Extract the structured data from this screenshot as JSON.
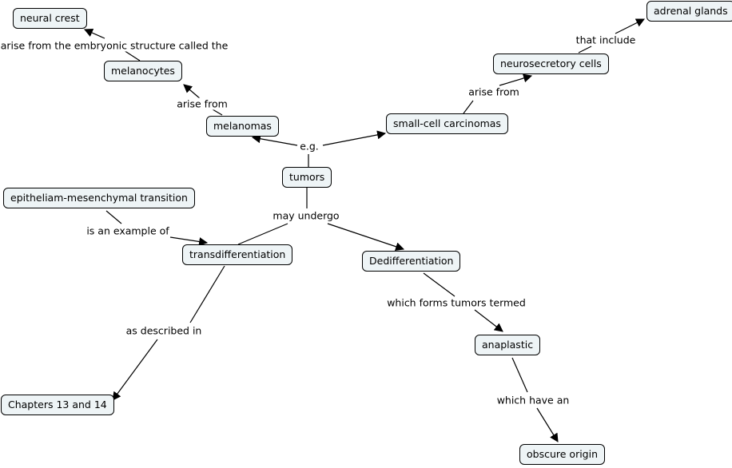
{
  "nodes": {
    "neural_crest": "neural crest",
    "melanocytes": "melanocytes",
    "melanomas": "melanomas",
    "tumors": "tumors",
    "small_cell_carcinomas": "small-cell carcinomas",
    "neurosecretory_cells": "neurosecretory cells",
    "adrenal_glands": "adrenal glands",
    "emt": "epitheliam-mesenchymal transition",
    "transdifferentiation": "transdifferentiation",
    "dedifferentiation": "Dedifferentiation",
    "anaplastic": "anaplastic",
    "chapters": "Chapters 13 and 14",
    "obscure_origin": "obscure origin"
  },
  "links": {
    "arise_embryonic": "arise from the embryonic structure called the",
    "arise_from_1": "arise from",
    "eg": "e.g.",
    "arise_from_2": "arise from",
    "that_include": "that include",
    "may_undergo": "may undergo",
    "example_of": "is an example of",
    "described_in": "as described in",
    "forms_tumors": "which forms tumors termed",
    "which_have": "which have an"
  }
}
